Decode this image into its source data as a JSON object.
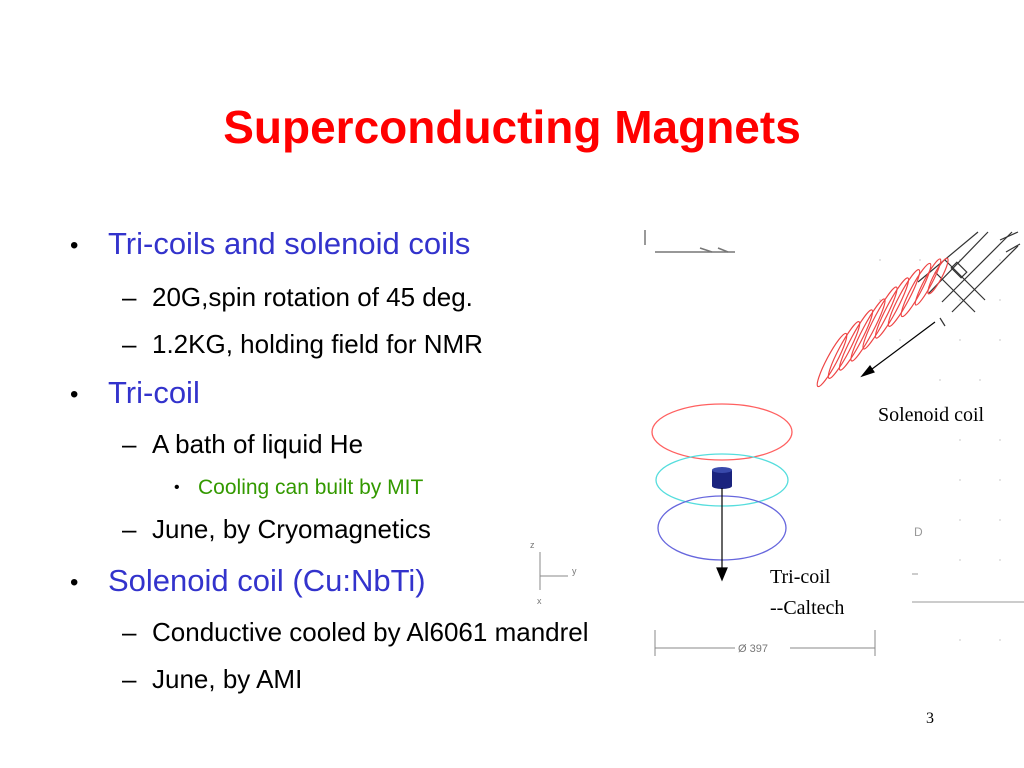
{
  "slide": {
    "title": "Superconducting Magnets",
    "page_number": "3",
    "bullets": [
      {
        "level": 1,
        "text": "Tri-coils and solenoid coils"
      },
      {
        "level": 2,
        "text": "20G,spin rotation of 45 deg."
      },
      {
        "level": 2,
        "text": "1.2KG, holding field for NMR"
      },
      {
        "level": 1,
        "text": "Tri-coil"
      },
      {
        "level": 2,
        "text": "A bath of  liquid He"
      },
      {
        "level": 3,
        "text": "Cooling can built by MIT"
      },
      {
        "level": 2,
        "text": "June, by Cryomagnetics"
      },
      {
        "level": 1,
        "text": "Solenoid coil (Cu:NbTi)"
      },
      {
        "level": 2,
        "text": "Conductive cooled by Al6061 mandrel"
      },
      {
        "level": 2,
        "text": "June, by AMI"
      }
    ],
    "markers": {
      "level1": "•",
      "level2": "–",
      "level3": "•"
    }
  },
  "figure": {
    "solenoid_label": "Solenoid coil",
    "tricoil_label_1": "Tri-coil",
    "tricoil_label_2": "--Caltech",
    "dimension_text": "Ø 397",
    "axis_z": "z",
    "axis_y": "y",
    "axis_x": "x",
    "fragment_text": "D",
    "colors": {
      "top_ring": "#ff6060",
      "middle_ring": "#55dddd",
      "bottom_ring": "#6666dd",
      "solenoid": "#ee4444",
      "center": "#1a237e"
    }
  }
}
